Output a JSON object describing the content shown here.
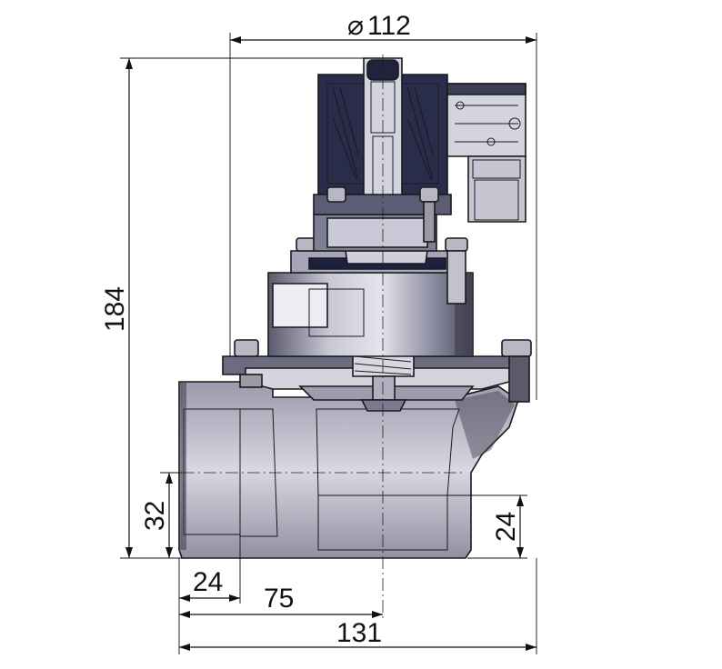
{
  "dimensions": {
    "diameter_symbol": "⌀",
    "diameter": "112",
    "height_total": "184",
    "inlet_thread_depth": "32",
    "outlet_thread_depth": "24",
    "inlet_thread_width": "24",
    "centerline_offset": "75",
    "overall_length": "131"
  },
  "colors": {
    "body_dark": "#3c3c4c",
    "body_mid": "#7a7a90",
    "body_light": "#c9c9d6",
    "coil_dark": "#1e2040",
    "bolt": "#9a9aa6"
  }
}
